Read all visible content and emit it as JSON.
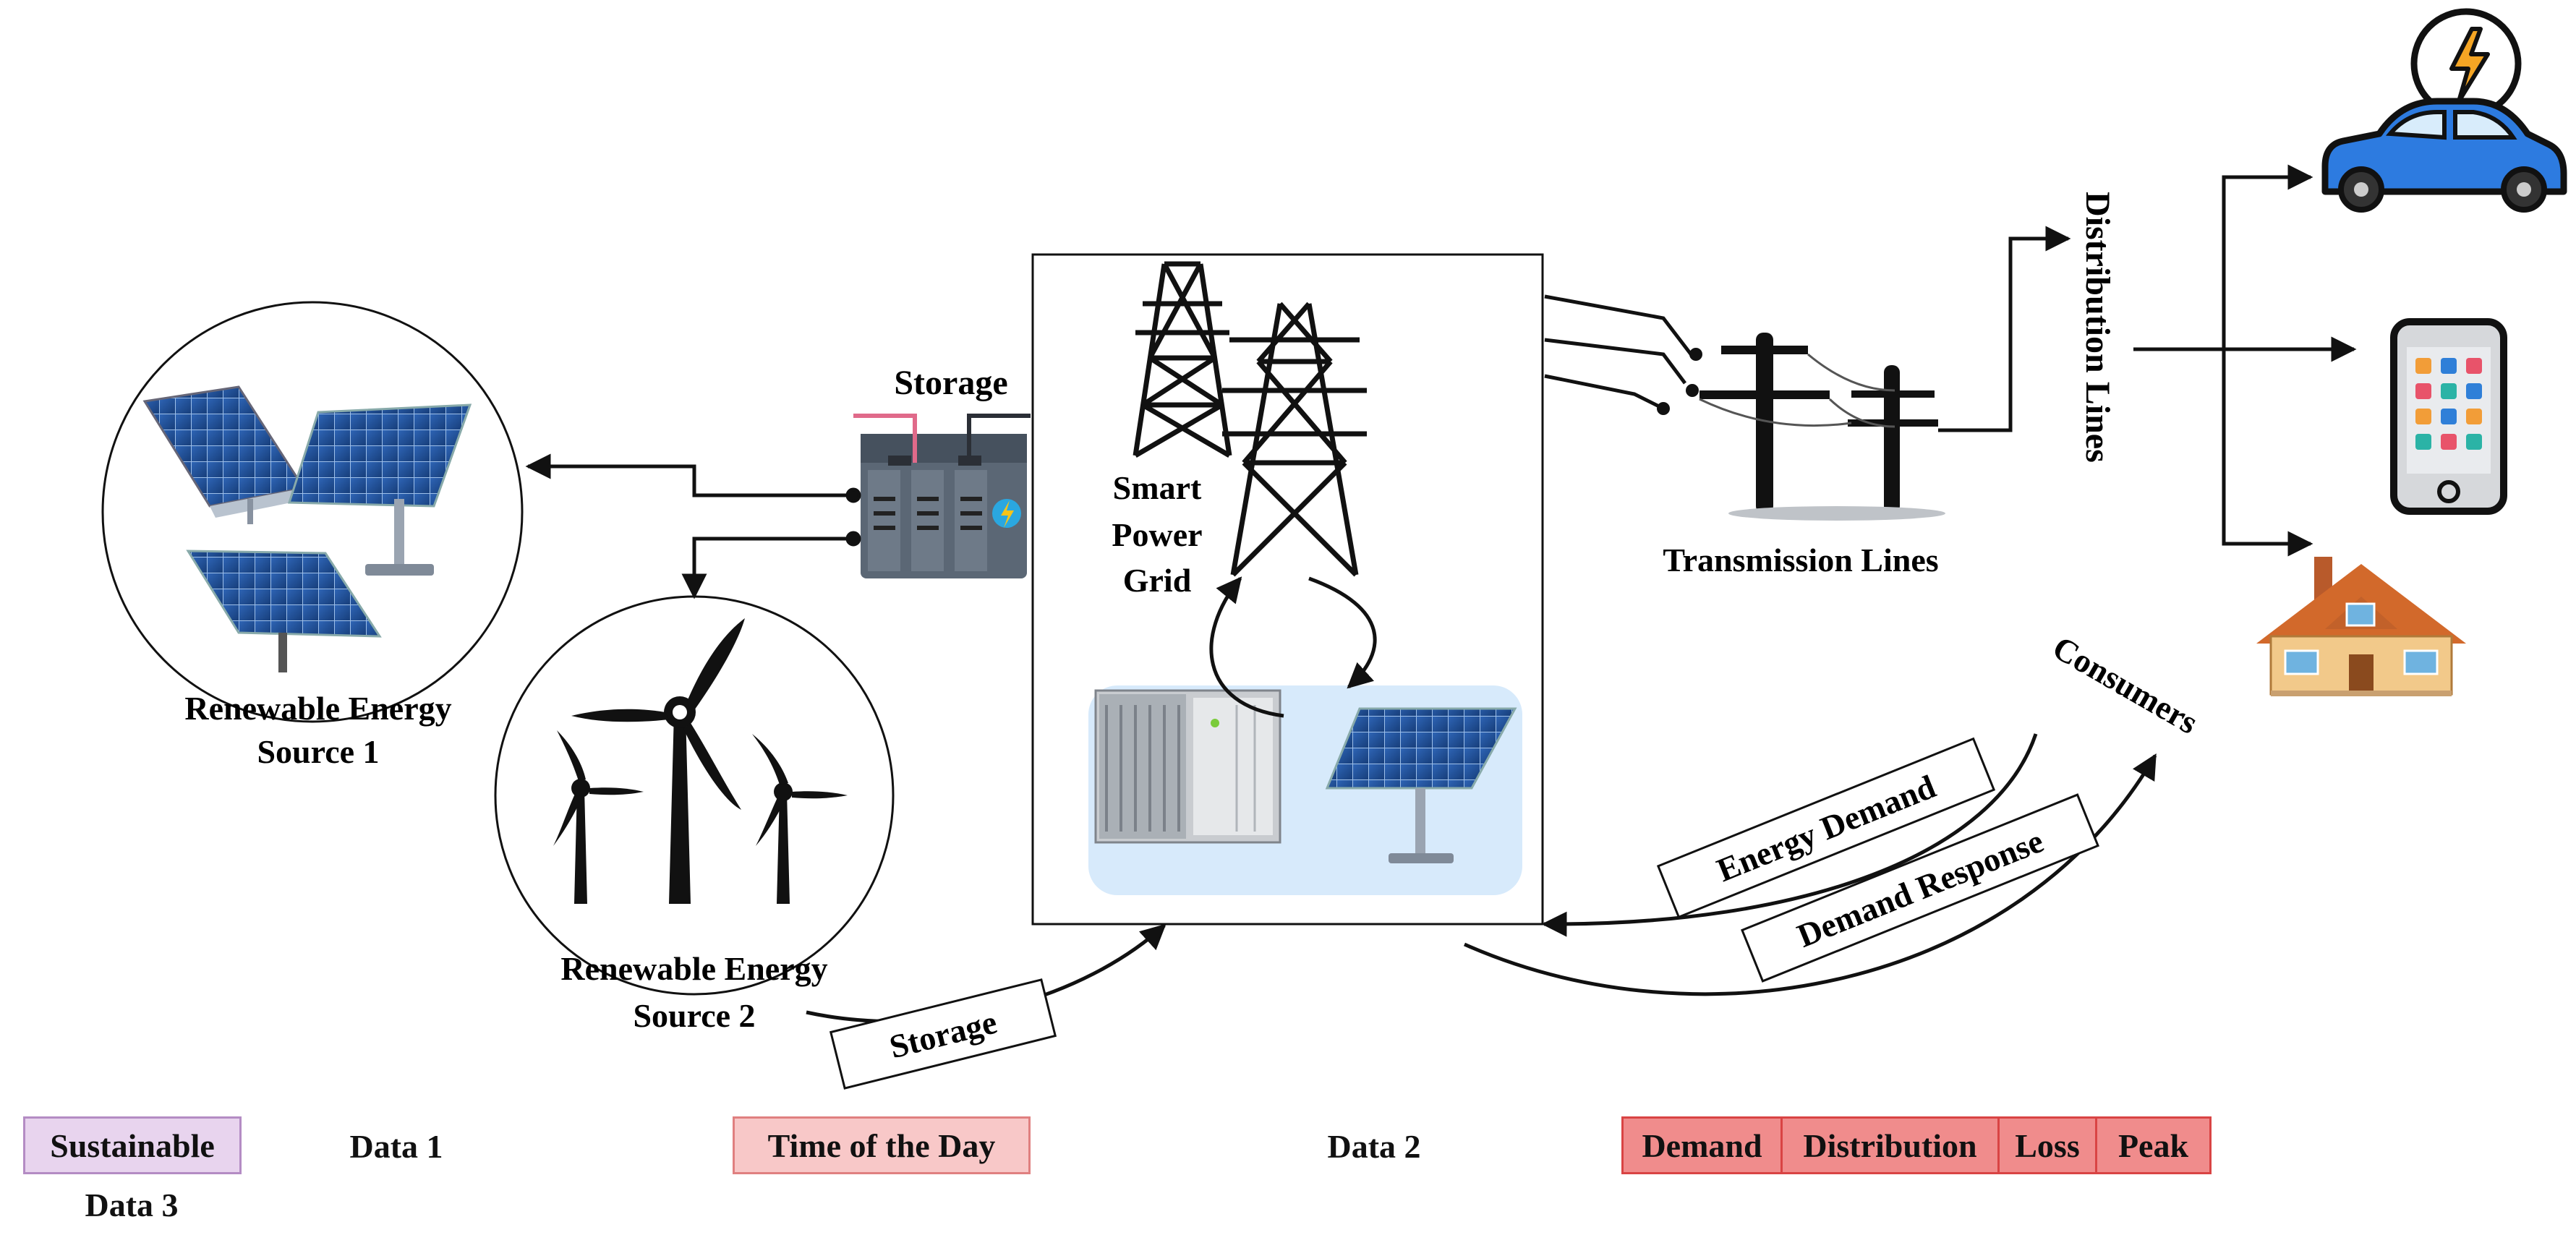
{
  "diagram": {
    "storage_top_label": "Storage",
    "smart_grid_label": [
      "Smart",
      "Power",
      "Grid"
    ],
    "source1_label": [
      "Renewable Energy",
      "Source 1"
    ],
    "source2_label": [
      "Renewable Energy",
      "Source 2"
    ],
    "transmission_label": "Transmission Lines",
    "distribution_label": "Distribution Lines",
    "consumers_label": "Consumers",
    "energy_demand_label": "Energy Demand",
    "demand_response_label": "Demand Response",
    "storage_flow_label": "Storage"
  },
  "legend": {
    "sustainable": "Sustainable",
    "data1": "Data 1",
    "time_of_day": "Time of the Day",
    "data2": "Data 2",
    "data3": "Data 3",
    "metrics": [
      "Demand",
      "Distribution",
      "Loss",
      "Peak"
    ]
  },
  "colors": {
    "sustainable_bg": "#e8d4ee",
    "sustainable_border": "#b48cc4",
    "time_bg": "#f8c8c8",
    "time_border": "#e08080",
    "metrics_bg": "#f08c8c",
    "metrics_border": "#d94444",
    "panel_blue": "#1f4f96",
    "car_blue": "#2d7be0",
    "grid_panel_bg": "#d7eafb"
  }
}
